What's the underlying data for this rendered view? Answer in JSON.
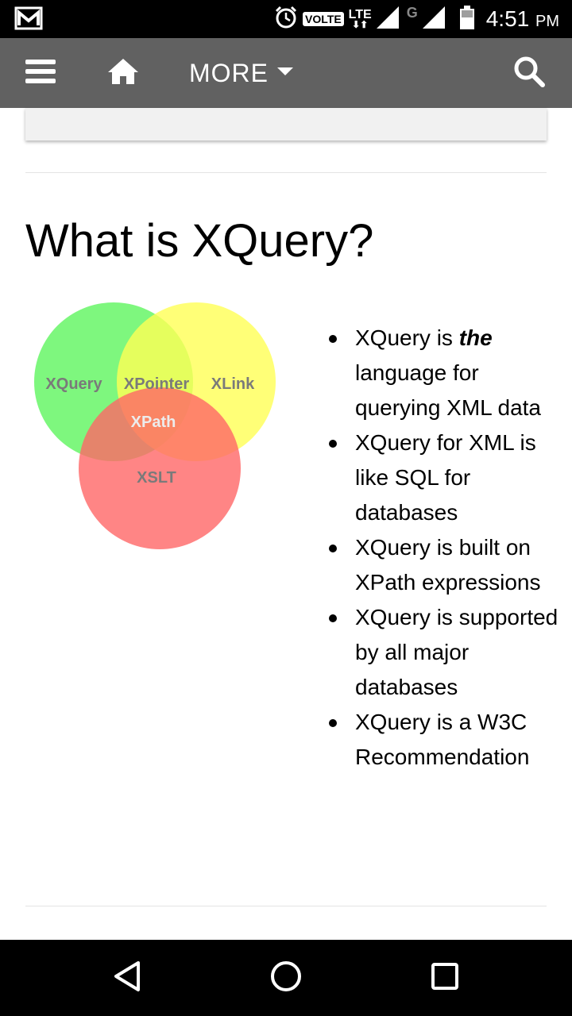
{
  "status_bar": {
    "volte_label": "VOLTE",
    "lte_label": "LTE",
    "network_label": "G",
    "time": "4:51",
    "ampm": "PM",
    "icons": [
      "gmail-icon",
      "alarm-icon",
      "signal-icon",
      "battery-icon"
    ]
  },
  "app_bar": {
    "more_label": "MORE",
    "icons": [
      "menu-icon",
      "home-icon",
      "dropdown-caret-icon",
      "search-icon"
    ],
    "background": "#616161"
  },
  "main": {
    "title": "What is XQuery?",
    "venn": {
      "labels": [
        "XQuery",
        "XPointer",
        "XLink",
        "XPath",
        "XSLT"
      ],
      "colors": {
        "xquery": "#5ef55e",
        "xlink": "#ffff55",
        "xslt": "#ff6666"
      }
    },
    "bullets": [
      {
        "prefix": "XQuery is ",
        "emphasis": "the",
        "suffix": " language for querying XML data"
      },
      {
        "text": "XQuery for XML is like SQL for databases"
      },
      {
        "text": "XQuery is built on XPath expressions"
      },
      {
        "text": "XQuery is supported by all major databases"
      },
      {
        "text": "XQuery is a W3C Recommendation"
      }
    ]
  },
  "nav_bar": {
    "icons": [
      "back-icon",
      "home-circle-icon",
      "recents-icon"
    ]
  }
}
